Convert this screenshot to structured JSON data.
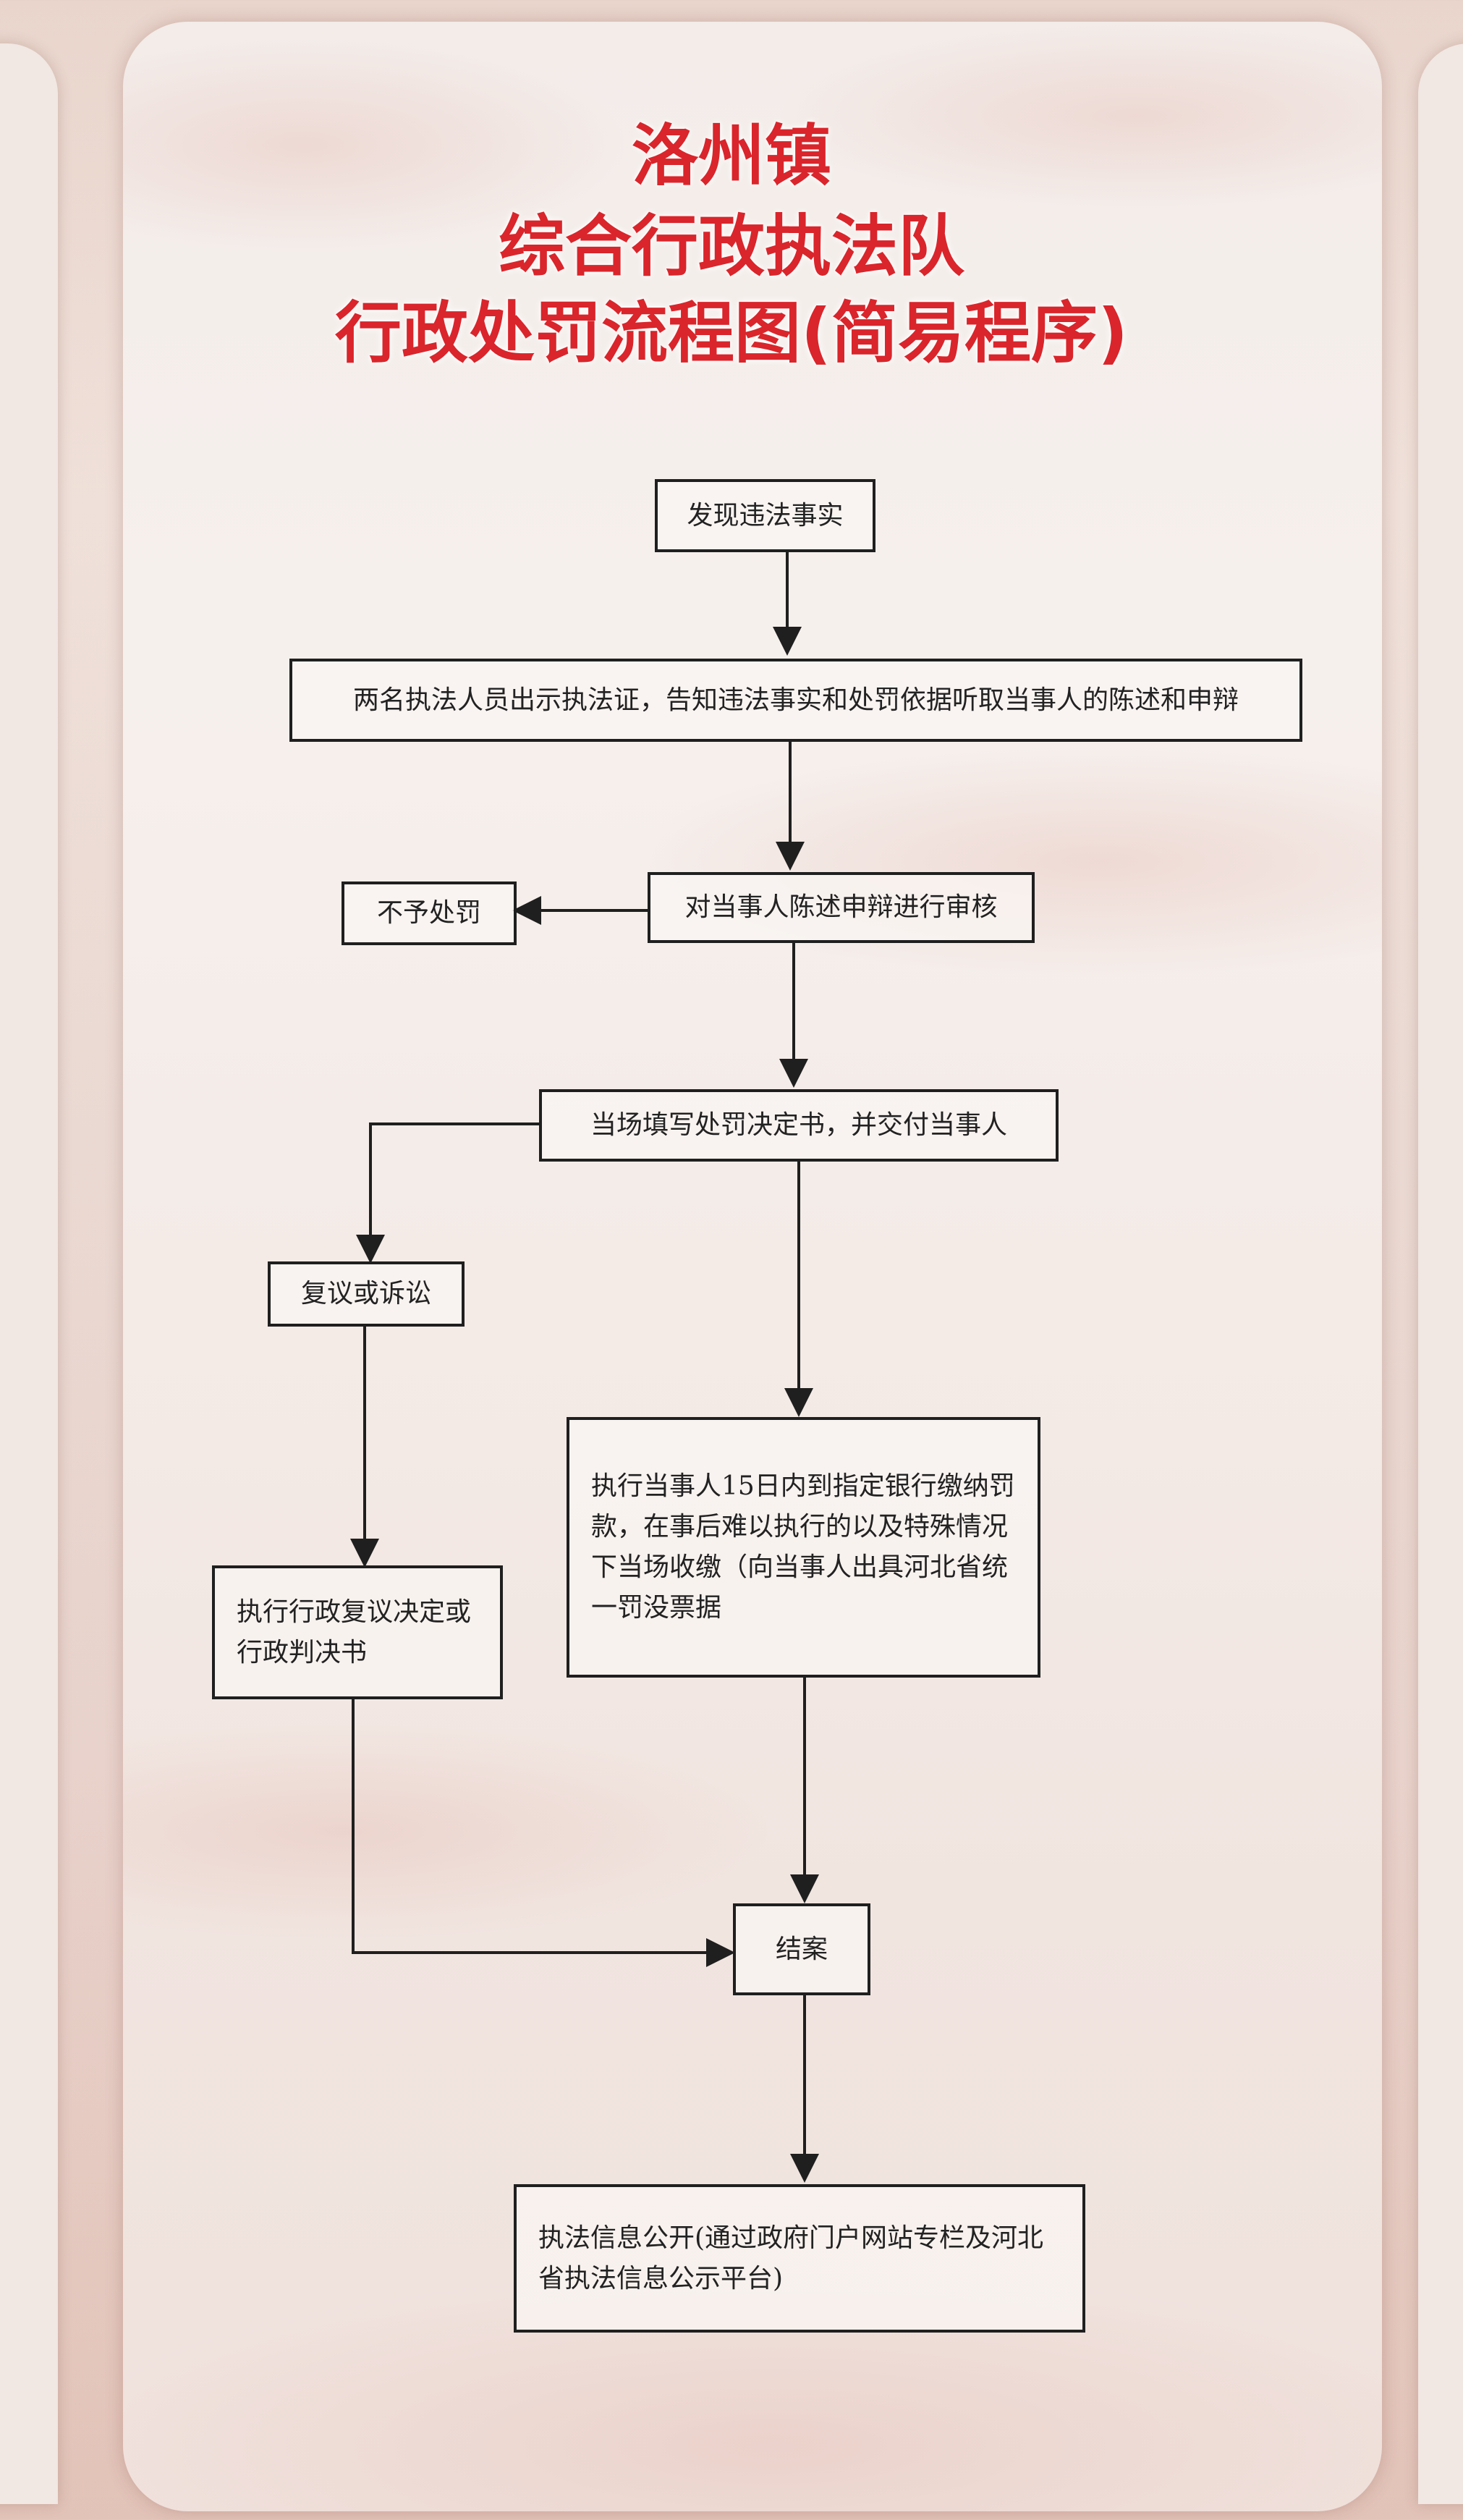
{
  "title": {
    "line1": "洛州镇",
    "line2": "综合行政执法队",
    "line3": "行政处罚流程图(简易程序)"
  },
  "nodes": {
    "discover": "发现违法事实",
    "inform": "两名执法人员出示执法证，告知违法事实和处罚依据听取当事人的陈述和申辩",
    "review": "对当事人陈述申辩进行审核",
    "no_penalty": "不予处罚",
    "decision": "当场填写处罚决定书，并交付当事人",
    "appeal": "复议或诉讼",
    "execute_appeal": "执行行政复议决定或行政判决书",
    "payment": "执行当事人15日内到指定银行缴纳罚款，在事后难以执行的以及特殊情况下当场收缴（向当事人出具河北省统一罚没票据",
    "close": "结案",
    "publish": "执法信息公开(通过政府门户网站专栏及河北省执法信息公示平台)"
  }
}
